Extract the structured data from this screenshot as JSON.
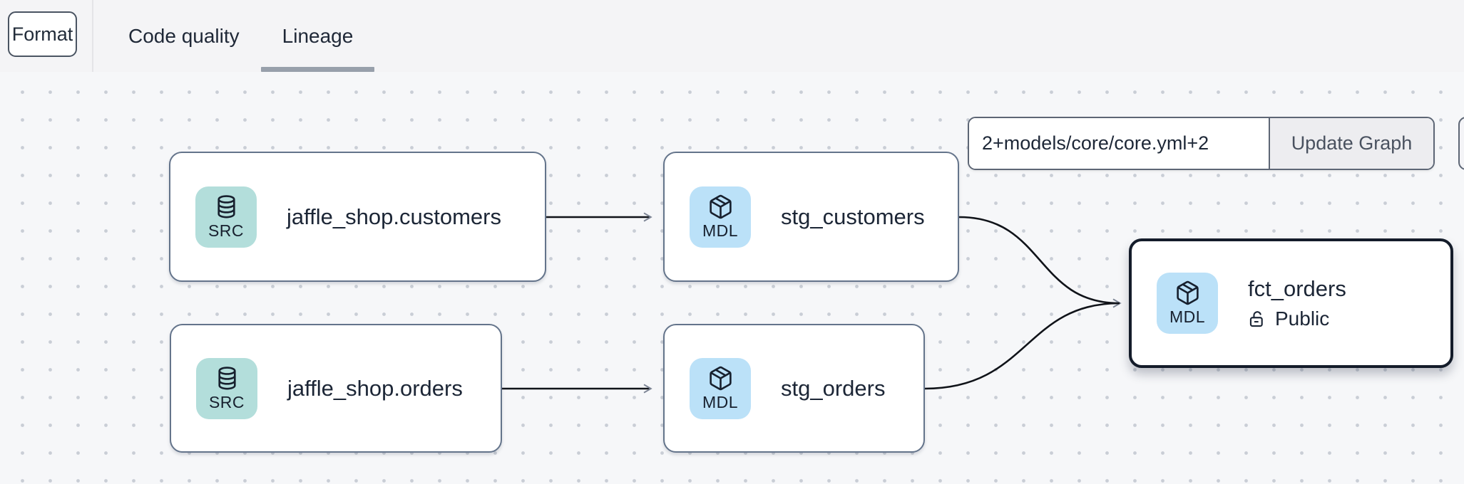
{
  "topbar": {
    "format_button": "Format",
    "tabs": [
      {
        "label": "Code quality",
        "active": false
      },
      {
        "label": "Lineage",
        "active": true
      }
    ]
  },
  "lineage_controls": {
    "selector_input_value": "2+models/core/core.yml+2",
    "update_graph_button": "Update Graph"
  },
  "graph": {
    "nodes": [
      {
        "label": "jaffle_shop.customers",
        "type_badge": "SRC",
        "icon": "database-icon",
        "selected": false
      },
      {
        "label": "stg_customers",
        "type_badge": "MDL",
        "icon": "cube-icon",
        "selected": false
      },
      {
        "label": "jaffle_shop.orders",
        "type_badge": "SRC",
        "icon": "database-icon",
        "selected": false
      },
      {
        "label": "stg_orders",
        "type_badge": "MDL",
        "icon": "cube-icon",
        "selected": false
      },
      {
        "label": "fct_orders",
        "type_badge": "MDL",
        "icon": "cube-icon",
        "access_label": "Public",
        "selected": true
      }
    ],
    "edges": [
      {
        "from": "jaffle_shop.customers",
        "to": "stg_customers"
      },
      {
        "from": "jaffle_shop.orders",
        "to": "stg_orders"
      },
      {
        "from": "stg_customers",
        "to": "fct_orders"
      },
      {
        "from": "stg_orders",
        "to": "fct_orders"
      }
    ]
  },
  "colors": {
    "src_badge_bg": "#b3dedb",
    "mdl_badge_bg": "#bbe1f8",
    "node_border": "#64748b",
    "selected_node_border": "#141c2a",
    "edge_stroke": "#101319",
    "arrowhead": "#7c8494",
    "active_tab_underline": "#98a0ab",
    "topbar_bg": "#f4f4f6",
    "canvas_bg": "#f6f7f9"
  }
}
